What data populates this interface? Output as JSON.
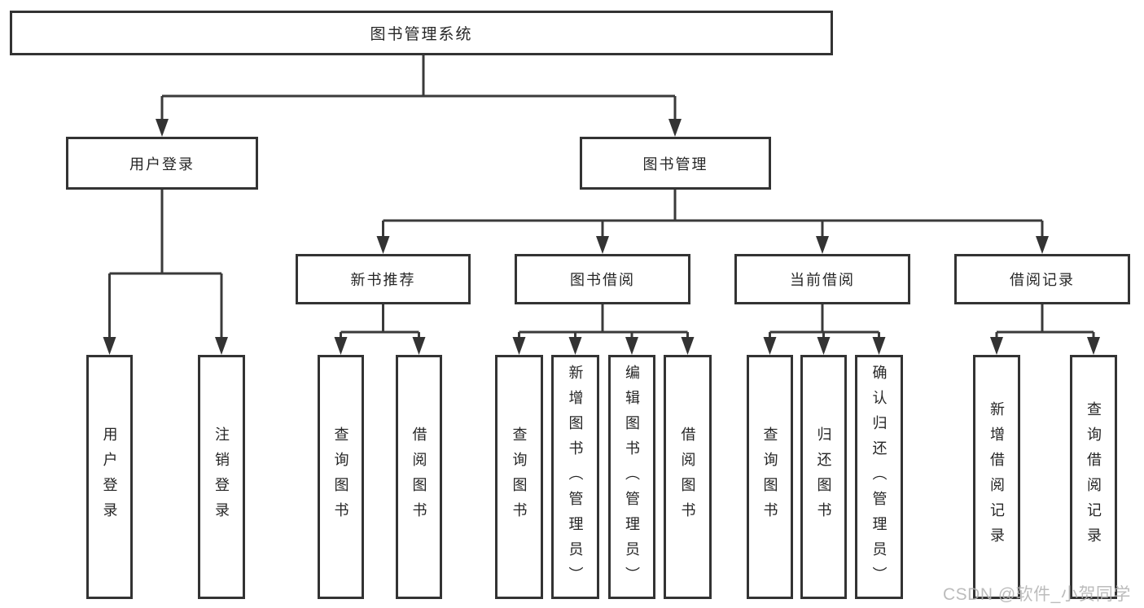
{
  "tree": {
    "root": {
      "label": "图书管理系统"
    },
    "branches": [
      {
        "label": "用户登录",
        "children": [
          {
            "label": "用户登录"
          },
          {
            "label": "注销登录"
          }
        ]
      },
      {
        "label": "图书管理",
        "groups": [
          {
            "label": "新书推荐",
            "children": [
              {
                "label": "查询图书"
              },
              {
                "label": "借阅图书"
              }
            ]
          },
          {
            "label": "图书借阅",
            "children": [
              {
                "label": "查询图书"
              },
              {
                "label": "新增图书（管理员）"
              },
              {
                "label": "编辑图书（管理员）"
              },
              {
                "label": "借阅图书"
              }
            ]
          },
          {
            "label": "当前借阅",
            "children": [
              {
                "label": "查询图书"
              },
              {
                "label": "归还图书"
              },
              {
                "label": "确认归还（管理员）"
              }
            ]
          },
          {
            "label": "借阅记录",
            "children": [
              {
                "label": "新增借阅记录"
              },
              {
                "label": "查询借阅记录"
              }
            ]
          }
        ]
      }
    ]
  },
  "watermark": {
    "text": "CSDN @软件_小贺同学"
  },
  "colors": {
    "box_border": "#333333",
    "line": "#3a3a3a",
    "text": "#262626",
    "watermark": "#b3b3b3",
    "background": "#ffffff"
  }
}
